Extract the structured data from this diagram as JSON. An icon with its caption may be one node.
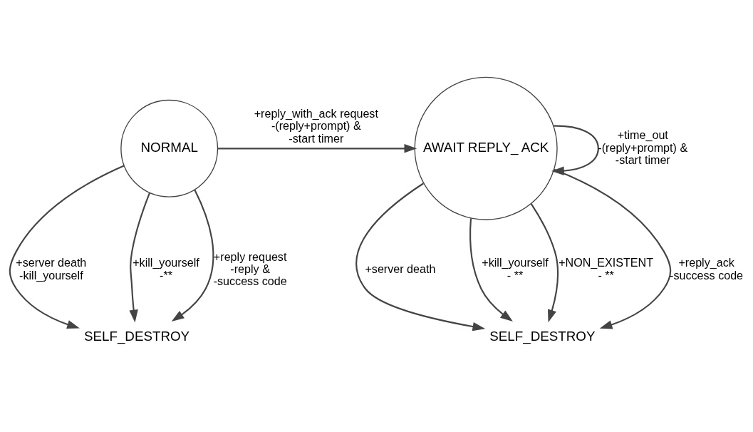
{
  "diagram": {
    "nodes": [
      {
        "text": [
          "NORMAL"
        ]
      },
      {
        "text": [
          "AWAIT REPLY_ ACK"
        ]
      },
      {
        "text": [
          "SELF_DESTROY"
        ]
      },
      {
        "text": [
          "SELF_DESTROY"
        ]
      }
    ],
    "edges": [
      {
        "from": 0,
        "to": 1,
        "arrow": "to",
        "label": "+reply_with_ack request -(reply+prompt) & -start timer"
      },
      {
        "from": 1,
        "to": 1,
        "arrow": "to",
        "label": "+time_out -(reply+prompt) & -start timer"
      },
      {
        "from": 0,
        "to": 2,
        "arrow": "to",
        "label": "+server death -kill_yourself"
      },
      {
        "from": 0,
        "to": 2,
        "arrow": "to",
        "label": "+kill_yourself -**"
      },
      {
        "from": 0,
        "to": 2,
        "arrow": "to",
        "label": "+reply request -reply & -success code"
      },
      {
        "from": 1,
        "to": 3,
        "arrow": "to",
        "label": "+server death"
      },
      {
        "from": 1,
        "to": 3,
        "arrow": "to",
        "label": "+kill_yourself - **"
      },
      {
        "from": 1,
        "to": 3,
        "arrow": "to",
        "label": "+NON_EXISTENT - **"
      },
      {
        "from": 1,
        "to": 3,
        "arrow": "to",
        "label": "+reply_ack -success code"
      }
    ]
  }
}
